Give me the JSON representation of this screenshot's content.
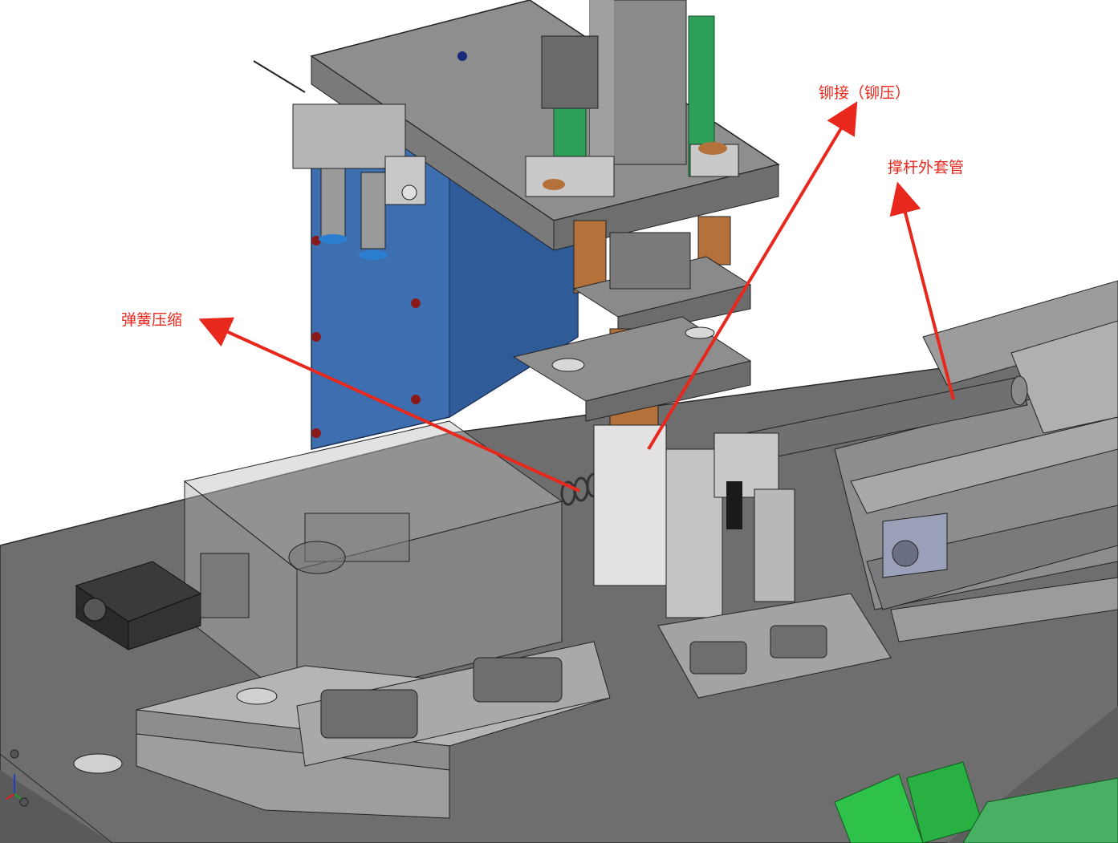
{
  "annotations": [
    {
      "id": "spring",
      "text": "弹簧压缩"
    },
    {
      "id": "rivet",
      "text": "铆接（铆压）"
    },
    {
      "id": "sleeve",
      "text": "撑杆外套管"
    }
  ],
  "colors": {
    "annotation": "#e8281c",
    "frame_blue": "#3d6fb0",
    "plate_gray": "#8a8a8a",
    "table_gray": "#6f6f6f",
    "rod_green": "#2fa05a",
    "block_copper": "#b5713a",
    "button_green": "#2ec24a"
  }
}
